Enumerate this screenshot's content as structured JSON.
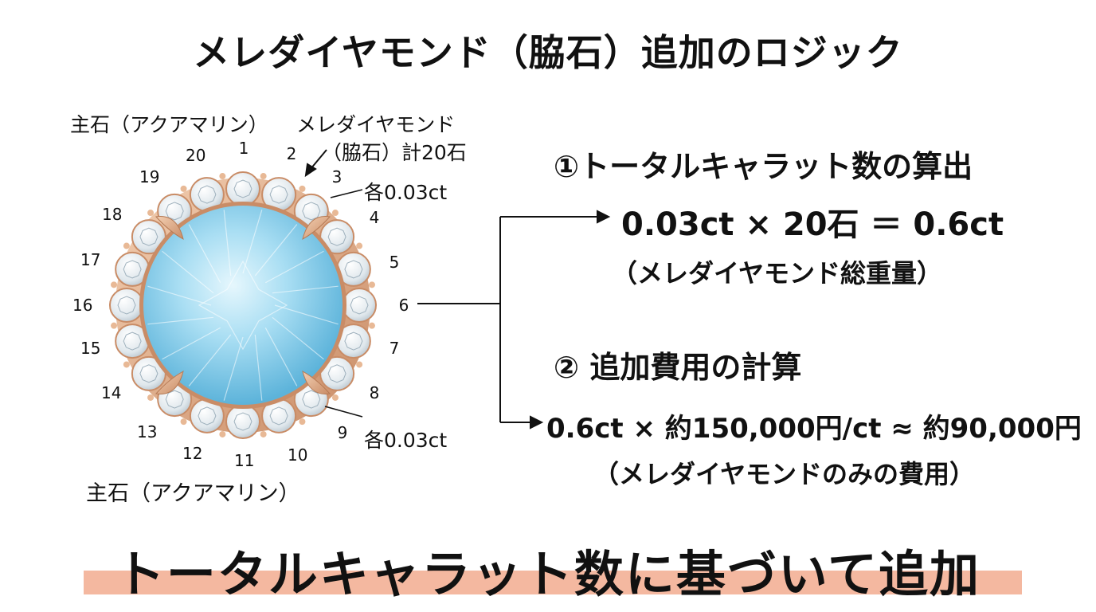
{
  "title": "メレダイヤモンド（脇石）追加のロジック",
  "labels": {
    "main_stone_top": "主石（アクアマリン）",
    "melee_line1": "メレダイヤモンド",
    "melee_line2": "（脇石）計20石",
    "each_top": "各0.03ct",
    "each_bottom": "各0.03ct",
    "main_stone_bottom": "主石（アクアマリン）"
  },
  "stone_numbers": [
    "1",
    "2",
    "3",
    "4",
    "5",
    "6",
    "7",
    "8",
    "9",
    "10",
    "11",
    "12",
    "13",
    "14",
    "15",
    "16",
    "17",
    "18",
    "19",
    "20"
  ],
  "step1": {
    "heading": "①トータルキャラット数の算出",
    "equation": "0.03ct × 20石 ＝ 0.6ct",
    "note": "（メレダイヤモンド総重量）"
  },
  "step2": {
    "heading": "② 追加費用の計算",
    "equation": "0.6ct × 約150,000円/ct ≈ 約90,000円",
    "note": "（メレダイヤモンドのみの費用）"
  },
  "conclusion": "トータルキャラット数に基づいて追加",
  "colors": {
    "aquamarine_light": "#cfeefa",
    "aquamarine": "#8fd0ec",
    "aquamarine_dark": "#4fa6cf",
    "gold": "#d9a27c",
    "diamond": "#eef3f6",
    "highlight": "#f4b8a0"
  }
}
